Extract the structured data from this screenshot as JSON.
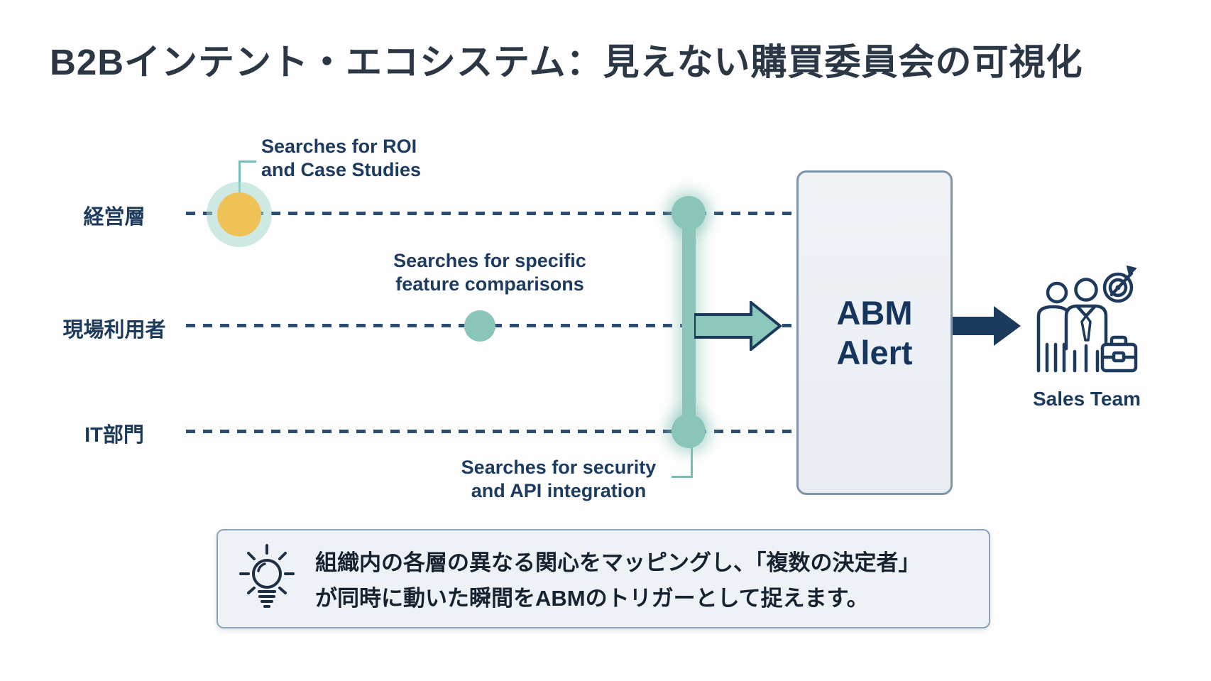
{
  "page": {
    "title": "B2Bインテント・エコシステム：見えない購買委員会の可視化",
    "background_color": "#ffffff"
  },
  "colors": {
    "navy_text": "#1d3a5c",
    "title_text": "#2b3744",
    "dash_line": "#2e4d6e",
    "teal_accent": "#8ac5ba",
    "teal_glow": "#d2ebe5",
    "yellow_accent": "#eec257",
    "yellow_halo": "#a6d7cc",
    "abm_box_fill": "#edf0f4",
    "abm_box_border": "#7f96aa",
    "dark_arrow": "#1c3a5c",
    "note_fill": "#eef1f6",
    "note_border": "#8ba4ba",
    "note_text": "#16222f"
  },
  "diagram": {
    "rows": [
      {
        "label": "経営層",
        "search": {
          "line1": "Searches for ROI",
          "line2": "and Case Studies"
        }
      },
      {
        "label": "現場利用者",
        "search": {
          "line1": "Searches for specific",
          "line2": "feature comparisons"
        }
      },
      {
        "label": "IT部門",
        "search": {
          "line1": "Searches for security",
          "line2": "and API integration"
        }
      }
    ],
    "abm_box": {
      "line1": "ABM",
      "line2": "Alert"
    },
    "sales_team_label": "Sales Team"
  },
  "note": {
    "line1": "組織内の各層の異なる関心をマッピングし、「複数の決定者」",
    "line2": "が同時に動いた瞬間をABMのトリガーとして捉えます。"
  }
}
